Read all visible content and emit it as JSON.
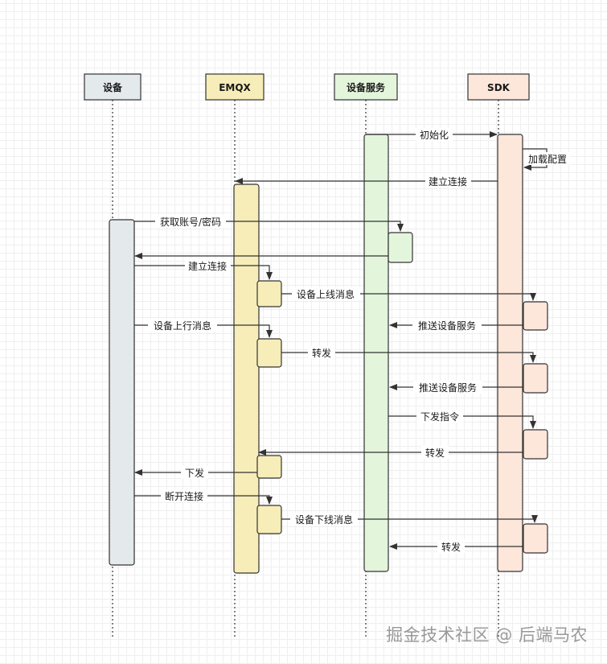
{
  "colors": {
    "line": "#333333",
    "device_fill": "#e4e9ec",
    "emqx_fill": "#f6edb8",
    "service_fill": "#e3f5db",
    "sdk_fill": "#fde6da",
    "text": "#1a1a1a"
  },
  "actors": [
    {
      "id": "device",
      "label": "设备",
      "color": "#e4e9ec"
    },
    {
      "id": "emqx",
      "label": "EMQX",
      "color": "#f6edb8"
    },
    {
      "id": "service",
      "label": "设备服务",
      "color": "#e3f5db"
    },
    {
      "id": "sdk",
      "label": "SDK",
      "color": "#fde6da"
    }
  ],
  "messages": [
    {
      "from": "service",
      "to": "sdk",
      "label": "初始化"
    },
    {
      "from": "sdk",
      "to": "sdk",
      "label": "加载配置"
    },
    {
      "from": "sdk",
      "to": "emqx",
      "label": "建立连接"
    },
    {
      "from": "device",
      "to": "service",
      "label": "获取账号/密码"
    },
    {
      "from": "service",
      "to": "device",
      "label": ""
    },
    {
      "from": "device",
      "to": "emqx",
      "label": "建立连接"
    },
    {
      "from": "emqx",
      "to": "sdk",
      "label": "设备上线消息"
    },
    {
      "from": "sdk",
      "to": "service",
      "label": "推送设备服务"
    },
    {
      "from": "device",
      "to": "emqx",
      "label": "设备上行消息"
    },
    {
      "from": "emqx",
      "to": "sdk",
      "label": "转发"
    },
    {
      "from": "sdk",
      "to": "service",
      "label": "推送设备服务"
    },
    {
      "from": "service",
      "to": "sdk",
      "label": "下发指令"
    },
    {
      "from": "sdk",
      "to": "emqx",
      "label": "转发"
    },
    {
      "from": "emqx",
      "to": "device",
      "label": "下发"
    },
    {
      "from": "device",
      "to": "emqx",
      "label": "断开连接"
    },
    {
      "from": "emqx",
      "to": "sdk",
      "label": "设备下线消息"
    },
    {
      "from": "sdk",
      "to": "service",
      "label": "转发"
    }
  ],
  "watermark": "掘金技术社区 @ 后端马农"
}
